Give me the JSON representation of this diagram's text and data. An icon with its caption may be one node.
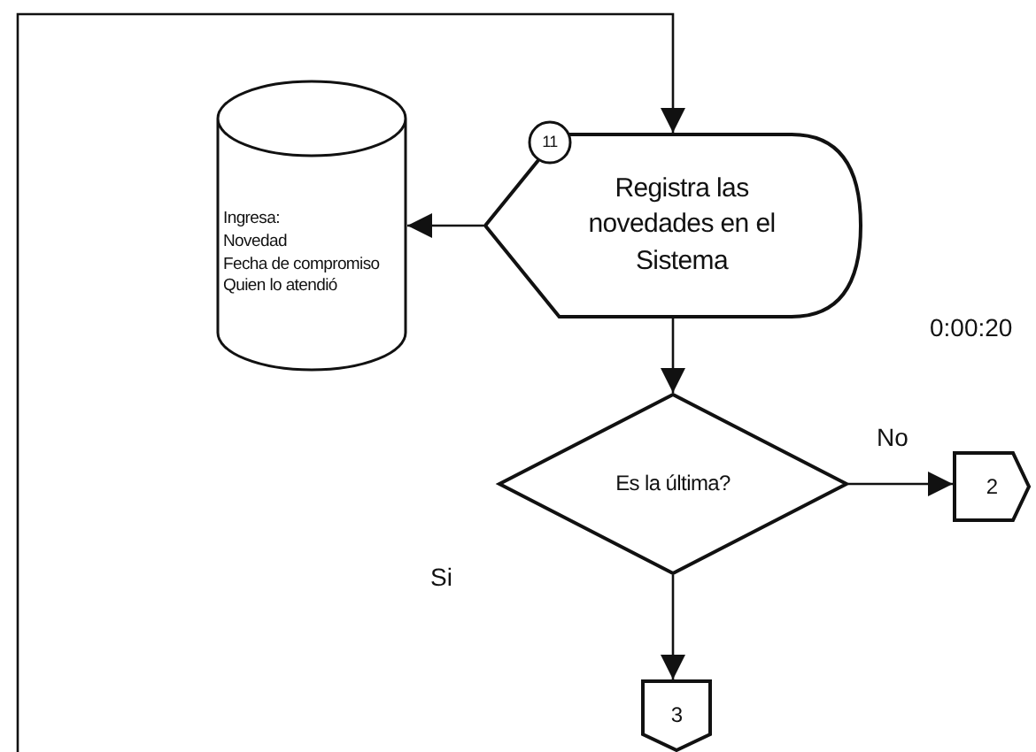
{
  "diagram": {
    "nodes": [
      {
        "text": [
          "Registra las novedades en el Sistema"
        ]
      },
      {
        "text": [
          "11"
        ]
      },
      {
        "text": [
          "Ingresa:",
          "Novedad",
          "Fecha de compromiso",
          "Quien lo atendió"
        ]
      },
      {
        "text": [
          "Es la última?"
        ]
      },
      {
        "text": [
          "2"
        ]
      },
      {
        "text": [
          "3"
        ]
      }
    ],
    "edges": [
      {
        "from": null,
        "to": 0,
        "arrow": "to"
      },
      {
        "from": 0,
        "to": 2,
        "arrow": "to"
      },
      {
        "from": 0,
        "to": 3,
        "arrow": "to"
      },
      {
        "from": 3,
        "to": 4,
        "arrow": "to",
        "label": "No"
      },
      {
        "from": 3,
        "to": 5,
        "arrow": "to"
      }
    ],
    "labels": [
      "0:00:20",
      "Si"
    ]
  }
}
